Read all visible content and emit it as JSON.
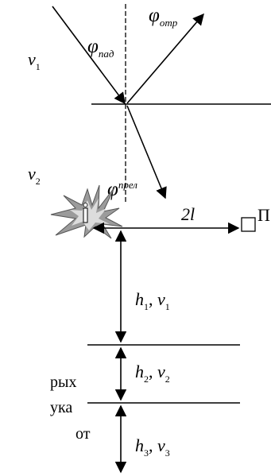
{
  "diagram": {
    "refraction": {
      "phi_incident": {
        "symbol": "φ",
        "subscript": "пад"
      },
      "phi_reflected": {
        "symbol": "φ",
        "subscript": "отр"
      },
      "phi_refracted": {
        "symbol": "φ",
        "subscript": "прел"
      },
      "v_upper": {
        "symbol": "v",
        "subscript": "1"
      },
      "v_lower": {
        "symbol": "v",
        "subscript": "2"
      }
    },
    "layers": {
      "distance_label": "2l",
      "receiver_label": "П",
      "layer1": {
        "h": "h",
        "h_sub": "1",
        "sep": ", ",
        "v": "v",
        "v_sub": "1"
      },
      "layer2": {
        "h": "h",
        "h_sub": "2",
        "sep": ", ",
        "v": "v",
        "v_sub": "2"
      },
      "layer3": {
        "h": "h",
        "h_sub": "3",
        "sep": ", ",
        "v": "v",
        "v_sub": "3"
      }
    },
    "side_text": [
      "рых",
      "ука",
      "от"
    ]
  }
}
